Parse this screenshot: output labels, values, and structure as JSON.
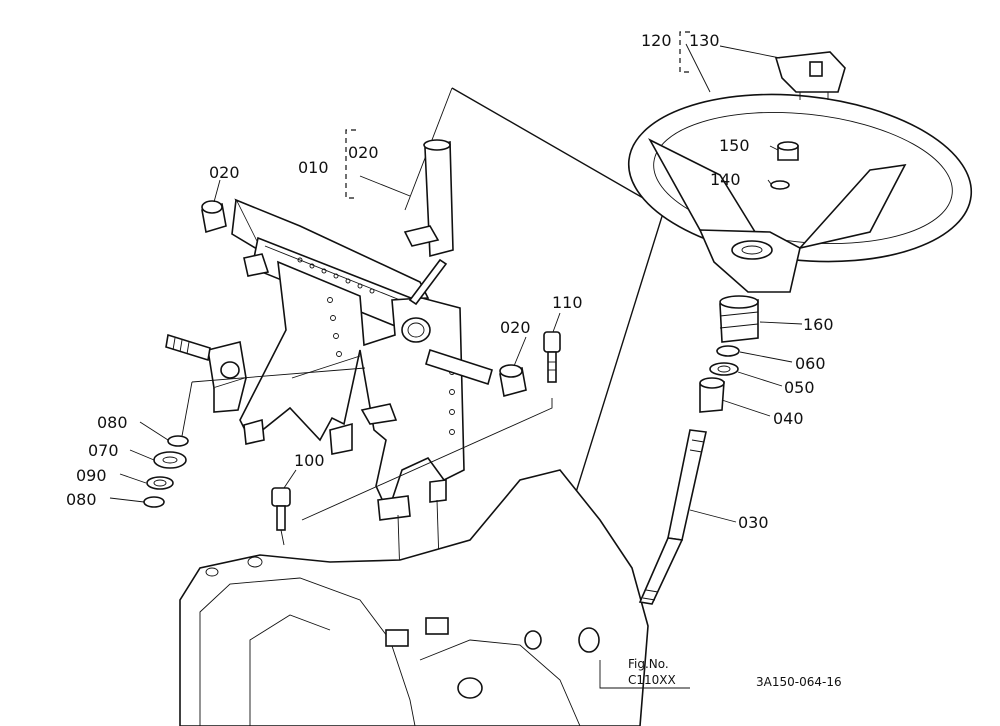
{
  "labels": {
    "p010": "010",
    "p020_group": "020",
    "p020_left": "020",
    "p020_right": "020",
    "p030": "030",
    "p040": "040",
    "p050": "050",
    "p060": "060",
    "p070": "070",
    "p080_top": "080",
    "p080_bottom": "080",
    "p090": "090",
    "p100": "100",
    "p110": "110",
    "p120": "120",
    "p130": "130",
    "p140": "140",
    "p150": "150",
    "p160": "160"
  },
  "figure": {
    "fig_label": "Fig.No.",
    "fig_number": "C110XX",
    "drawing_code": "3A150-064-16"
  }
}
